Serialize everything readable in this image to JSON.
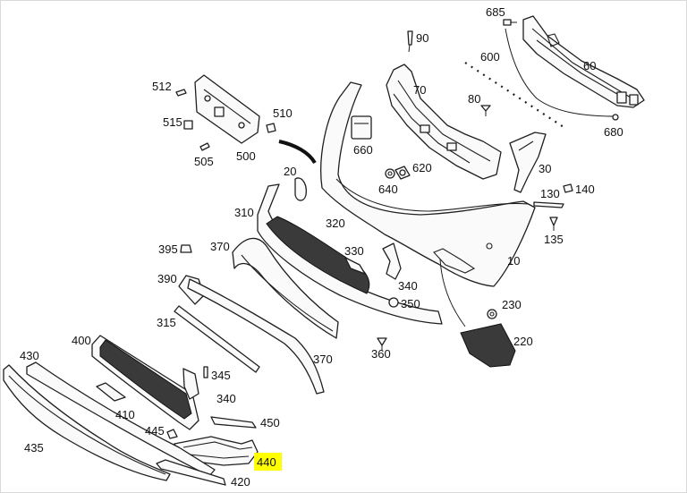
{
  "diagram": {
    "highlight_color": "#ffff00",
    "line_color": "#1f1f1f",
    "highlighted_part": "440",
    "labels": {
      "p685": "685",
      "p90": "90",
      "p600": "600",
      "p60": "60",
      "p70": "70",
      "p80": "80",
      "p680": "680",
      "p512": "512",
      "p515": "515",
      "p510": "510",
      "p660": "660",
      "p505": "505",
      "p500": "500",
      "p20": "20",
      "p620": "620",
      "p640": "640",
      "p30": "30",
      "p130": "130",
      "p140": "140",
      "p310": "310",
      "p320": "320",
      "p135": "135",
      "p395": "395",
      "p370a": "370",
      "p330": "330",
      "p10": "10",
      "p390": "390",
      "p340a": "340",
      "p350": "350",
      "p230": "230",
      "p315": "315",
      "p400": "400",
      "p220": "220",
      "p360": "360",
      "p430": "430",
      "p370b": "370",
      "p345": "345",
      "p340b": "340",
      "p410": "410",
      "p450": "450",
      "p445": "445",
      "p435": "435",
      "p440": "440",
      "p420": "420"
    }
  }
}
